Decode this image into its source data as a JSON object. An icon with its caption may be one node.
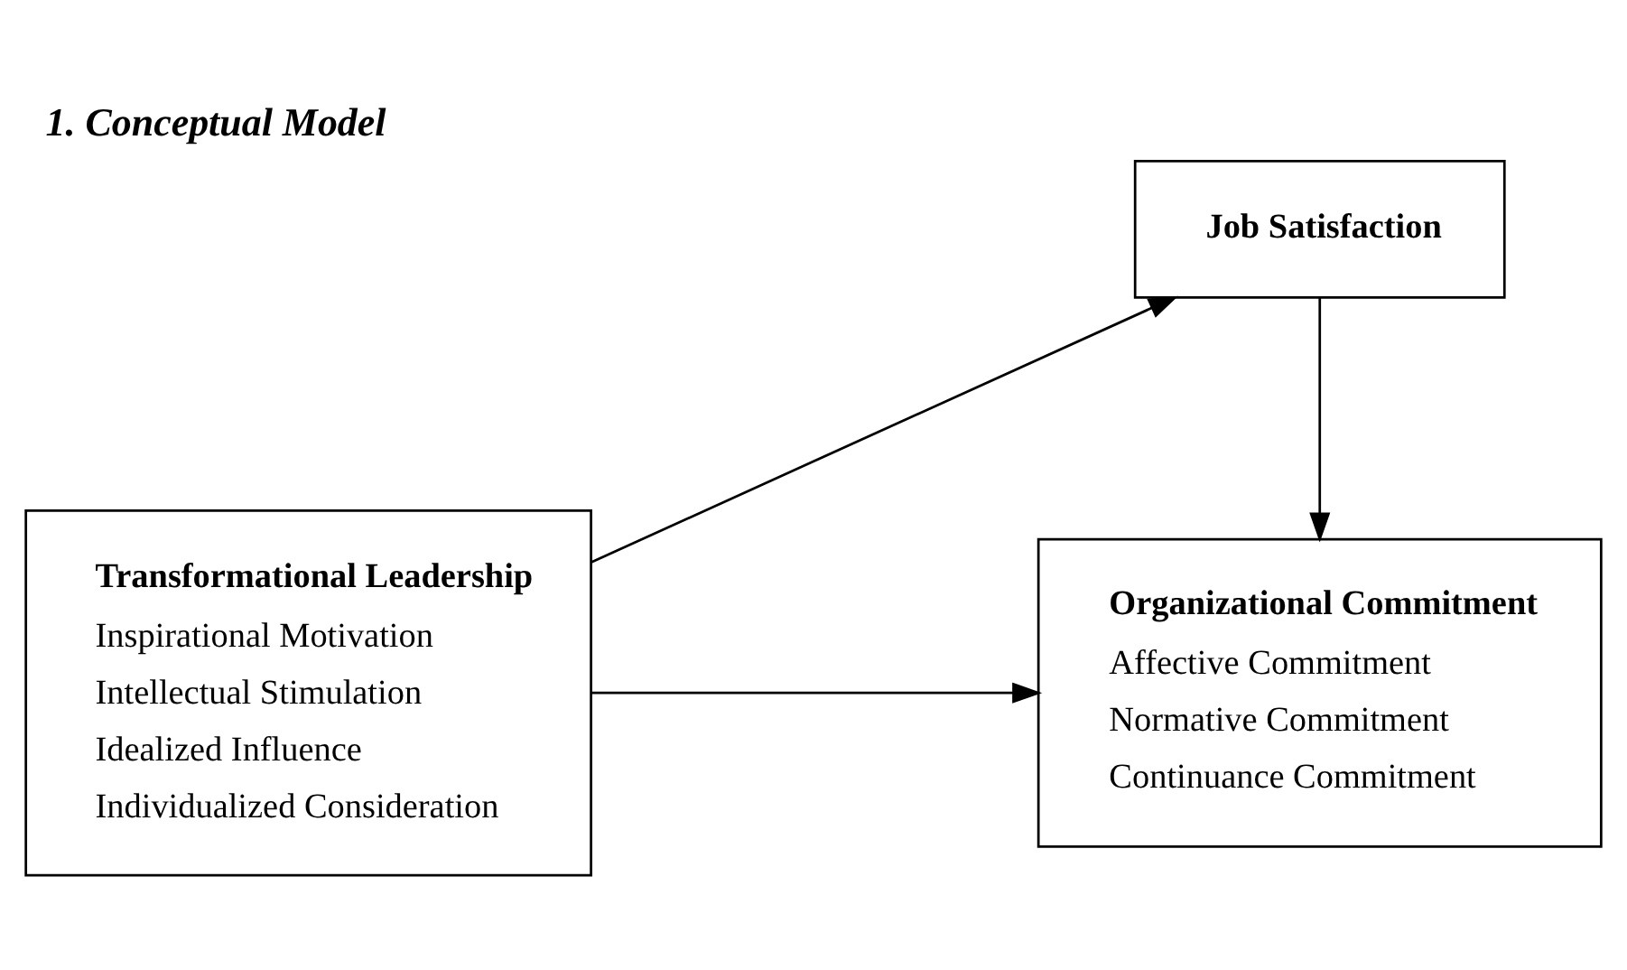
{
  "diagram": {
    "title": "1. Conceptual Model",
    "nodes": [
      {
        "text": [
          "Job Satisfaction"
        ]
      },
      {
        "text": [
          "Transformational Leadership",
          "Inspirational Motivation",
          "Intellectual Stimulation",
          "Idealized Influence",
          "Individualized Consideration"
        ]
      },
      {
        "text": [
          "Organizational Commitment",
          "Affective Commitment",
          "Normative Commitment",
          "Continuance Commitment"
        ]
      }
    ],
    "edges": [
      {
        "from": 1,
        "to": 0,
        "arrow": "to"
      },
      {
        "from": 0,
        "to": 2,
        "arrow": "to"
      },
      {
        "from": 1,
        "to": 2,
        "arrow": "to"
      }
    ]
  }
}
